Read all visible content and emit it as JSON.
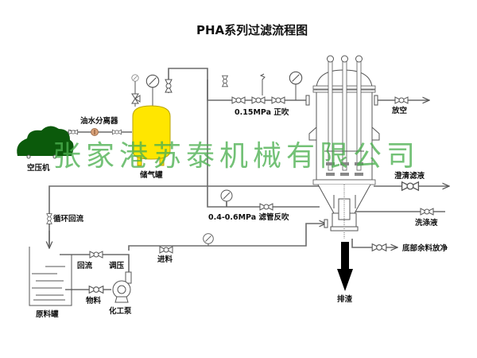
{
  "title": "PHA系列过滤流程图",
  "watermark": "张家港苏泰机械有限公司",
  "colors": {
    "tank": "#ffe600",
    "compressor": "#0b5a0b",
    "separator": "#d9a27a",
    "watermark": "#4caf50",
    "pipe": "#6b6b6b"
  },
  "labels": {
    "air_compressor": "空压机",
    "oil_water_separator": "油水分离器",
    "air_tank": "储气罐",
    "forward_blow": "0.15MPa 正吹",
    "vent": "放空",
    "clear_filtrate": "澄清滤液",
    "circulation_return": "循环回流",
    "back_blow": "0.4-0.6MPa 滤管反吹",
    "wash_liquid": "洗涤液",
    "return_flow": "回流",
    "pressure_adjust": "调压",
    "feed": "进料",
    "bottom_residue_drain": "底部余料放净",
    "material": "物料",
    "raw_material_tank": "原料罐",
    "chemical_pump": "化工泵",
    "slag_discharge": "排渣"
  }
}
